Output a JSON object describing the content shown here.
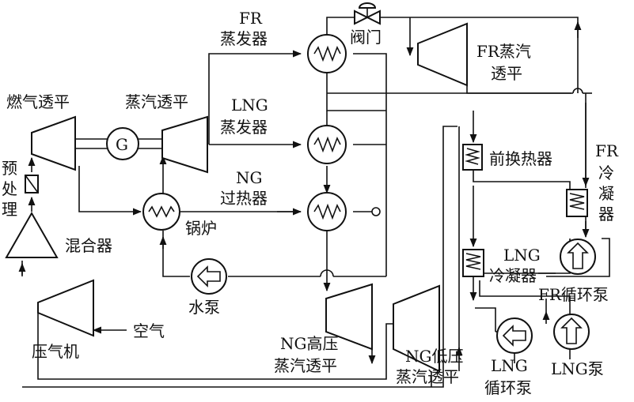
{
  "labels": {
    "fr_evaporator_1": "FR",
    "fr_evaporator_2": "蒸发器",
    "valve": "阀门",
    "fr_turbine_1": "FR蒸汽",
    "fr_turbine_2": "透平",
    "gas_turbine": "燃气透平",
    "steam_turbine": "蒸汽透平",
    "lng_evaporator_1": "LNG",
    "lng_evaporator_2": "蒸发器",
    "generator": "G",
    "pre_heat_exchanger": "前换热器",
    "fr_condenser_1": "FR",
    "fr_condenser_2": "冷",
    "fr_condenser_3": "凝",
    "fr_condenser_4": "器",
    "pretreat_1": "预",
    "pretreat_2": "处",
    "pretreat_3": "理",
    "ng_superheater_1": "NG",
    "ng_superheater_2": "过热器",
    "boiler": "锅炉",
    "mixer": "混合器",
    "lng_condenser_1": "LNG",
    "lng_condenser_2": "冷凝器",
    "water_pump": "水泵",
    "fr_cycle_pump": "FR循环泵",
    "compressor": "压气机",
    "air": "空气",
    "ng_hp_turbine_1": "NG高压",
    "ng_hp_turbine_2": "蒸汽透平",
    "ng_lp_turbine_1": "NG低压",
    "ng_lp_turbine_2": "蒸汽透平",
    "lng_cycle_pump_1": "LNG",
    "lng_cycle_pump_2": "循环泵",
    "lng_pump": "LNG泵"
  }
}
